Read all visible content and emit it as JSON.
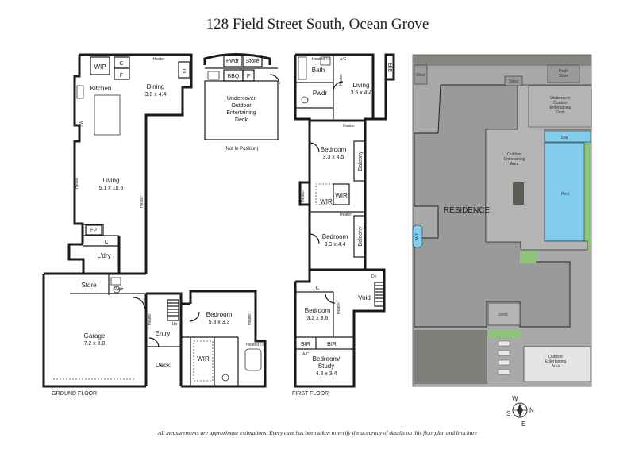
{
  "title": "128 Field Street South, Ocean Grove",
  "disclaimer": "All measurements are approximate estimations. Every care has been taken to verify the accuracy of details on this floorplan and brochure",
  "ground_floor": {
    "caption": "GROUND FLOOR",
    "not_in_position": "(Not In Position)",
    "rooms": {
      "wip": "WIP",
      "kitchen": "Kitchen",
      "dining": "Dining",
      "dining_dim": "3.8 x 4.4",
      "living": "Living",
      "living_dim": "5.1 x 10.6",
      "pwdr_top": "Pwdr",
      "store_top": "Store",
      "bbq": "BBQ",
      "deck_title_1": "Undercover",
      "deck_title_2": "Outdoor",
      "deck_title_3": "Entertaining",
      "deck_title_4": "Deck",
      "fp": "FP",
      "c": "C",
      "f": "F",
      "ldry": "L'dry",
      "store": "Store",
      "pwdr": "Pwdr",
      "garage": "Garage",
      "garage_dim": "7.2 x 8.0",
      "entry": "Entry",
      "deck": "Deck",
      "bedroom": "Bedroom",
      "bedroom_dim": "5.3 x 3.3",
      "wir": "WIR",
      "up": "Up",
      "sw": "SW"
    },
    "heater_labels": [
      "Heater",
      "Heater",
      "Heater",
      "Heater",
      "Heater",
      "Heated Tb"
    ]
  },
  "first_floor": {
    "caption": "FIRST FLOOR",
    "rooms": {
      "bath": "Bath",
      "heated_tb": "Heated Tb",
      "ac": "A/C",
      "pwdr": "Pwdr",
      "living": "Living",
      "living_dim": "3.5 x 4.4",
      "bir": "BIR",
      "bed1": "Bedroom",
      "bed1_dim": "3.3 x 4.5",
      "balcony": "Balcony",
      "wir": "WIR",
      "bed2": "Bedroom",
      "bed2_dim": "3.3 x 4.4",
      "dn": "Dn",
      "void": "Void",
      "c": "C",
      "bed3": "Bedroom",
      "bed3_dim": "3.2 x 3.6",
      "bed4": "Bedroom/",
      "bed4b": "Study",
      "bed4_dim": "4.3 x 3.4"
    },
    "heater_labels": [
      "Heater",
      "Heater",
      "Heater",
      "Heater",
      "Heater"
    ]
  },
  "site_plan": {
    "residence": "RESIDENCE",
    "shed": "Shed",
    "pwdr_store": "Pwdr/",
    "pwdr_store_b": "Store",
    "deck_1": "Undercover",
    "deck_2": "Outdoor",
    "deck_3": "Entertaining",
    "deck_4": "Deck",
    "area_1": "Outdoor",
    "area_2": "Entertaining",
    "area_3": "Area",
    "spa": "Spa",
    "pool": "Pool",
    "wt": "WT",
    "deck": "Deck"
  },
  "compass": {
    "w": "W",
    "n": "N",
    "s": "S",
    "e": "E"
  },
  "colors": {
    "wall": "#1a1a1a",
    "site_grey": "#a9a9a9",
    "building_grey": "#9a9a9a",
    "grass": "#8cc47a",
    "pool": "#82cdee",
    "garden": "#5c5c54"
  }
}
